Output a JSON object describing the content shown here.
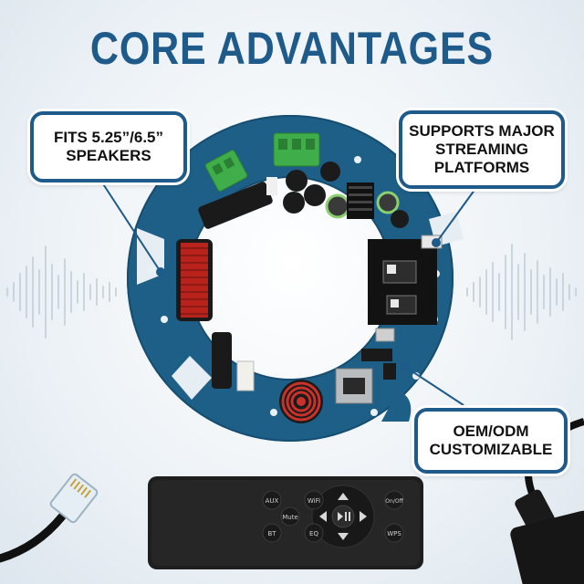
{
  "headline": "CORE ADVANTAGES",
  "callouts": {
    "fit": "FITS 5.25”/6.5”\nSPEAKERS",
    "streaming": "SUPPORTS MAJOR\nSTREAMING\nPLATFORMS",
    "oem": "OEM/ODM\nCUSTOMIZABLE"
  },
  "remote": {
    "aux": "AUX",
    "wifi": "WiFi",
    "mute": "Mute",
    "bt": "BT",
    "eq": "EQ",
    "onoff": "On/Off",
    "wps": "WPS"
  },
  "colors": {
    "brand": "#1e5a8a",
    "board": "#1d5f86",
    "coil": "#b8241c",
    "terminal": "#3fae4a"
  },
  "icons": [
    "sound-wave-icon",
    "play-pause-icon",
    "arrow-up-icon",
    "arrow-down-icon",
    "arrow-left-icon",
    "arrow-right-icon"
  ]
}
